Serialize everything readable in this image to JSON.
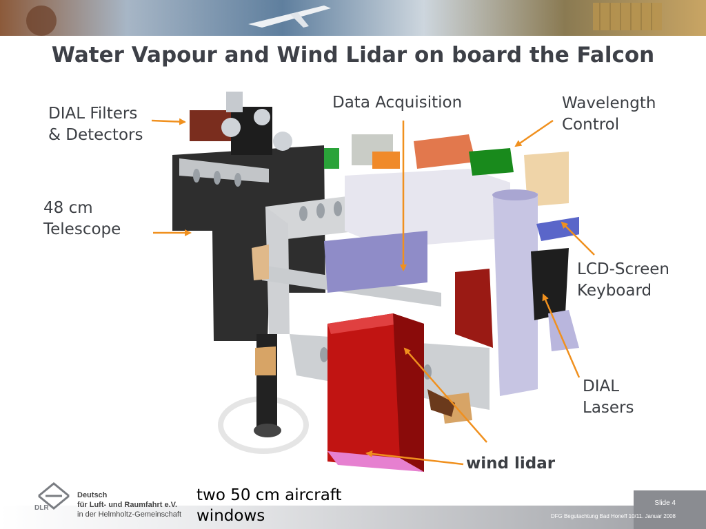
{
  "slide": {
    "title": "Water Vapour and Wind Lidar on board the Falcon",
    "slide_number": "Slide 4",
    "footer_note": "DFG Begutachtung Bad Honeff 10/11. Januar 2008"
  },
  "labels": {
    "dial_filters": [
      "DIAL Filters",
      "& Detectors"
    ],
    "telescope": [
      "48 cm",
      "Telescope"
    ],
    "data_acquisition": "Data Acquisition",
    "wavelength_control": [
      "Wavelength",
      "Control"
    ],
    "lcd_screen": [
      "LCD-Screen",
      "Keyboard"
    ],
    "dial_lasers": [
      "DIAL",
      "Lasers"
    ],
    "wind_lidar": "wind lidar",
    "aircraft_windows": [
      "two 50 cm aircraft",
      "windows"
    ]
  },
  "organization": {
    "logo_text": "DLR",
    "line1": "Deutsch",
    "line2": "für Luft- und Raumfahrt e.V.",
    "line3": "in der Helmholtz-Gemeinschaft"
  },
  "colors": {
    "arrow": "#f0901e",
    "title": "#3d4047",
    "footer_gray": "#8a8c91"
  }
}
